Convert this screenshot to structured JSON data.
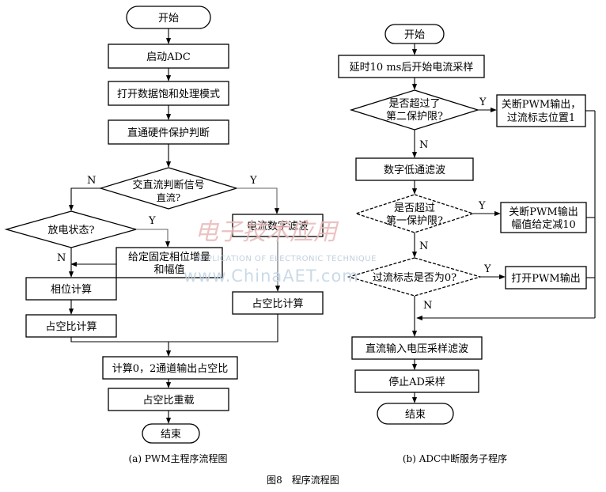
{
  "left": {
    "start": "开始",
    "start_adc": "启动ADC",
    "open_mode": "打开数据饱和处理模式",
    "hw_protect": "直通硬件保护判断",
    "acdc_line1": "交直流判断信号",
    "acdc_line2": "直流?",
    "discharge": "放电状态?",
    "fixed_line1": "给定固定相位增量",
    "fixed_line2": "和幅值",
    "phase_calc": "相位计算",
    "duty_calc_l": "占空比计算",
    "dc_filter": "电流数字滤波",
    "duty_calc_r": "占空比计算",
    "calc_ch": "计算0，2通道输出占空比",
    "duty_reload": "占空比重载",
    "end": "结束",
    "label_y1": "Y",
    "label_n1": "N",
    "label_y2": "Y",
    "label_n2": "N",
    "caption": "(a) PWM主程序流程图"
  },
  "right": {
    "start": "开始",
    "delay": "延时10 ms后开始电流采样",
    "q2_line1": "是否超过了",
    "q2_line2": "第二保护限?",
    "off_pwm1_line1": "关断PWM输出，",
    "off_pwm1_line2": "过流标志位置1",
    "lowpass": "数字低通滤波",
    "q1_line1": "是否超过",
    "q1_line2": "第一保护限?",
    "off_pwm2_line1": "关断PWM输出",
    "off_pwm2_line2": "幅值给定减10",
    "q_flag": "过流标志是否为0?",
    "open_pwm": "打开PWM输出",
    "dc_voltage": "直流输入电压采样滤波",
    "stop_ad": "停止AD采样",
    "end": "结束",
    "label_y1": "Y",
    "label_n1": "N",
    "label_y2": "Y",
    "label_n2": "N",
    "label_y3": "Y",
    "label_n3": "N",
    "caption": "(b) ADC中断服务子程序"
  },
  "figure_caption": "图8　程序流程图",
  "watermark": {
    "cn": "电子技术应用",
    "en": "APPLICATION OF ELECTRONIC TECHNIQUE",
    "url": "www.ChinaAET.com"
  }
}
